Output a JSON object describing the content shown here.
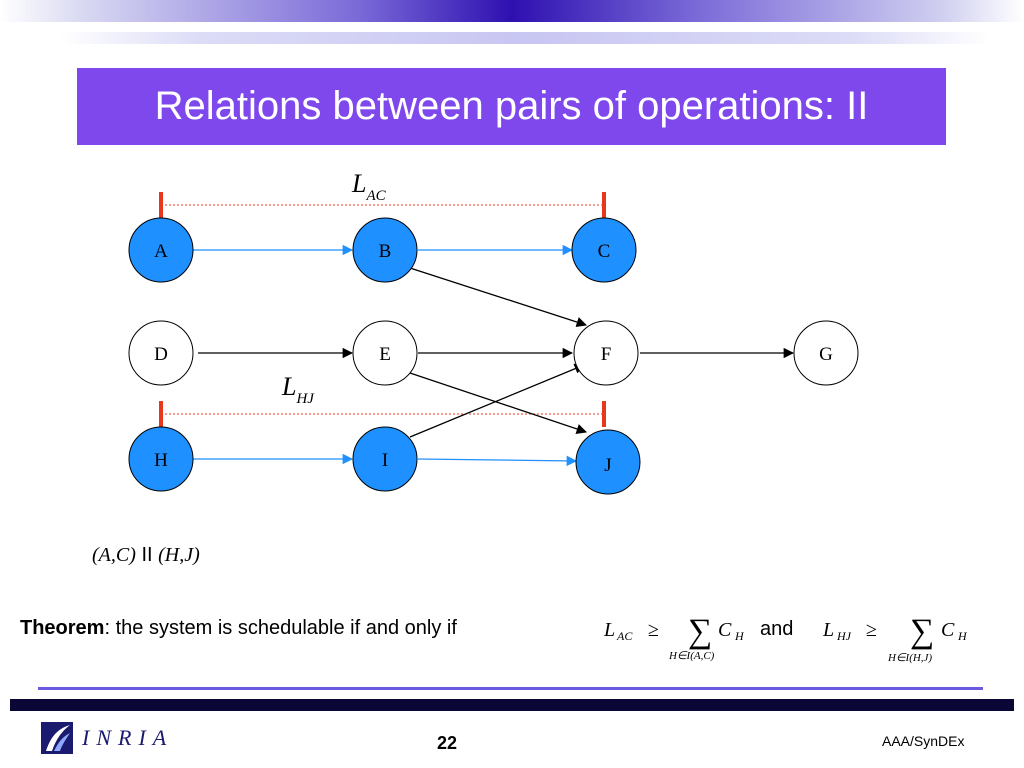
{
  "slide": {
    "title": "Relations between pairs of operations: II",
    "page_number": "22",
    "footer_right": "AAA/SynDEx",
    "logo_text": "INRIA"
  },
  "diagram": {
    "nodes": [
      {
        "id": "A",
        "label": "A",
        "filled": true
      },
      {
        "id": "B",
        "label": "B",
        "filled": true
      },
      {
        "id": "C",
        "label": "C",
        "filled": true
      },
      {
        "id": "D",
        "label": "D",
        "filled": false
      },
      {
        "id": "E",
        "label": "E",
        "filled": false
      },
      {
        "id": "F",
        "label": "F",
        "filled": false
      },
      {
        "id": "G",
        "label": "G",
        "filled": false
      },
      {
        "id": "H",
        "label": "H",
        "filled": true
      },
      {
        "id": "I",
        "label": "I",
        "filled": true
      },
      {
        "id": "J",
        "label": "J",
        "filled": true
      }
    ],
    "edges": [
      {
        "from": "A",
        "to": "B",
        "color": "blue"
      },
      {
        "from": "B",
        "to": "C",
        "color": "blue"
      },
      {
        "from": "B",
        "to": "F",
        "color": "black"
      },
      {
        "from": "D",
        "to": "E",
        "color": "black"
      },
      {
        "from": "E",
        "to": "F",
        "color": "black"
      },
      {
        "from": "F",
        "to": "G",
        "color": "black"
      },
      {
        "from": "E",
        "to": "J",
        "color": "black"
      },
      {
        "from": "I",
        "to": "F",
        "color": "black"
      },
      {
        "from": "H",
        "to": "I",
        "color": "blue"
      },
      {
        "from": "I",
        "to": "J",
        "color": "blue"
      }
    ],
    "latency_labels": {
      "lac_main": "L",
      "lac_sub": "AC",
      "lhj_main": "L",
      "lhj_sub": "HJ"
    },
    "colors": {
      "node_fill": "#1e90ff",
      "edge_blue": "#1e90ff",
      "latency": "#e8381c"
    }
  },
  "relation": {
    "left": "(A,C)",
    "op": "II",
    "right": "(H,J)"
  },
  "theorem": {
    "label": "Theorem",
    "text": ": the system is schedulable if and only if",
    "and": "and",
    "f1_l": "L",
    "f1_lsub": "AC",
    "f1_geq": "≥",
    "f1_sum": "∑",
    "f1_c": "C",
    "f1_csub": "H",
    "f1_under": "H∈I(A,C)",
    "f2_l": "L",
    "f2_lsub": "HJ",
    "f2_geq": "≥",
    "f2_sum": "∑",
    "f2_c": "C",
    "f2_csub": "H",
    "f2_under": "H∈I(H,J)"
  }
}
